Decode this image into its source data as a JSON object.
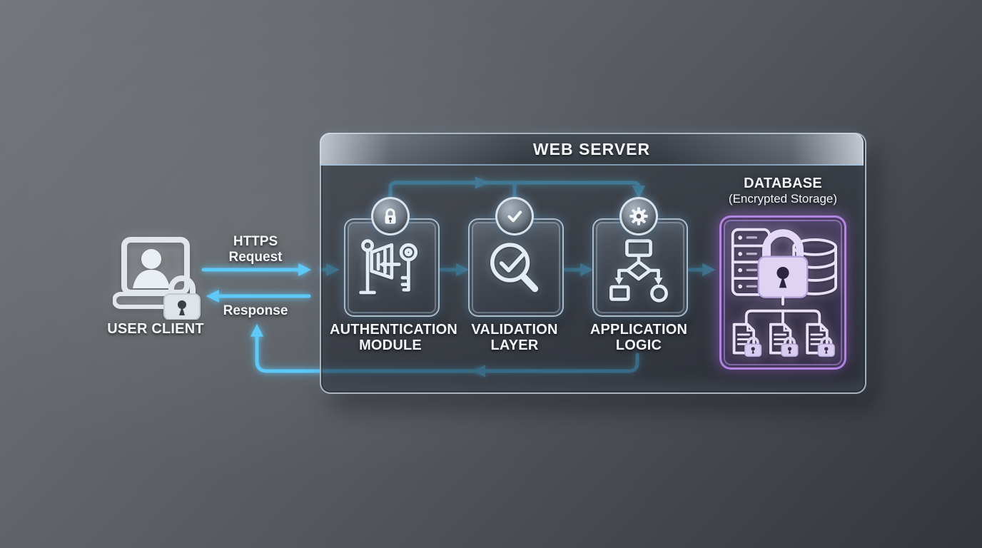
{
  "diagram": {
    "title": "WEB SERVER",
    "user_client": {
      "label": "USER CLIENT",
      "icon": "laptop-user-lock-icon"
    },
    "flows": {
      "request_line1": "HTTPS",
      "request_line2": "Request",
      "response": "Response"
    },
    "modules": [
      {
        "id": "authentication-module",
        "label_line1": "AUTHENTICATION",
        "label_line2": "MODULE",
        "badge_icon": "lock-icon",
        "main_icon": "gate-key-icon"
      },
      {
        "id": "validation-layer",
        "label_line1": "VALIDATION",
        "label_line2": "LAYER",
        "badge_icon": "check-icon",
        "main_icon": "magnifier-check-icon"
      },
      {
        "id": "application-logic",
        "label_line1": "APPLICATION",
        "label_line2": "LOGIC",
        "badge_icon": "gear-icon",
        "main_icon": "flowchart-icon"
      }
    ],
    "database": {
      "title": "DATABASE",
      "subtitle": "(Encrypted Storage)",
      "icons": [
        "server-rack-icon",
        "padlock-icon",
        "db-cylinder-icon",
        "encrypted-files-icon"
      ]
    },
    "colors": {
      "arrow": "#5ec9f7",
      "glass_border": "#d0dce7",
      "database_accent": "#bb8df0",
      "text": "#f3f5f8",
      "background_top": "#74777c",
      "background_bottom": "#33363d"
    }
  }
}
